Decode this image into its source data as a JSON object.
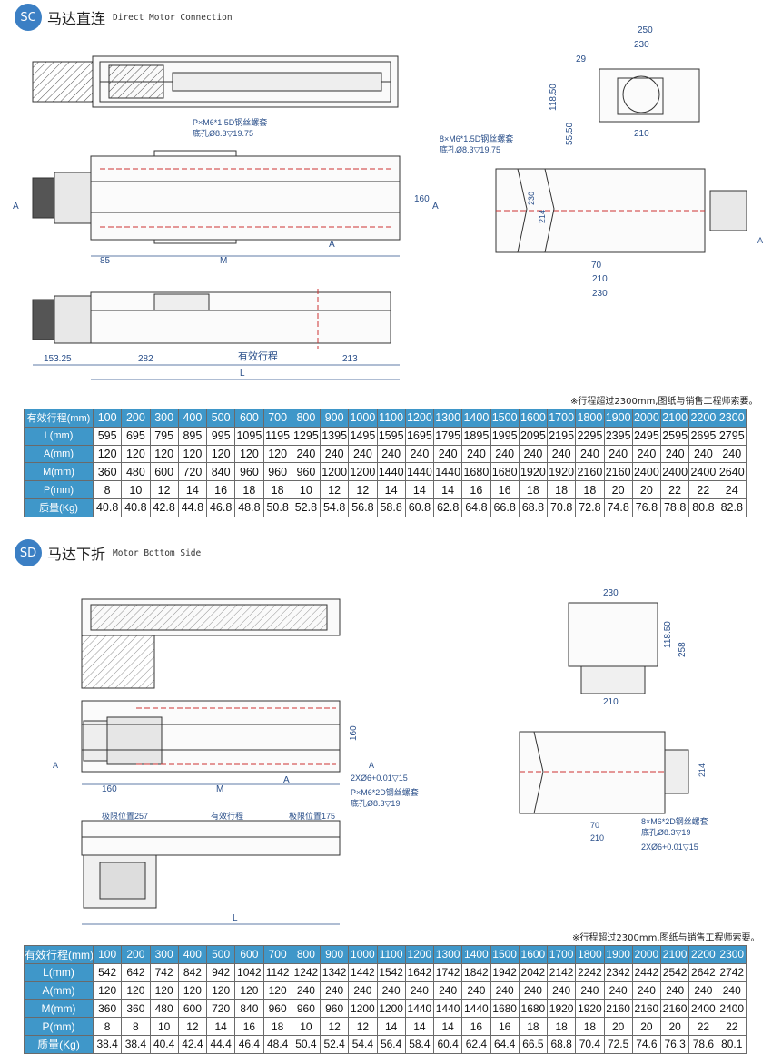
{
  "sections": [
    {
      "badge": "SC",
      "title_cn": "马达直连",
      "title_en": "Direct Motor Connection",
      "drawing_labels": {
        "screw_note_1": "P×M6*1.5D钢丝螺套",
        "screw_note_2": "底孔Ø8.3▽19.75",
        "screw_note_side_1": "8×M6*1.5D钢丝螺套",
        "screw_note_side_2": "底孔Ø8.3▽19.75",
        "dim_85": "85",
        "dim_m": "M",
        "dim_a": "A",
        "dim_160": "160",
        "dim_153": "153.25",
        "dim_282": "282",
        "dim_stroke": "有效行程",
        "dim_213": "213",
        "dim_l": "L",
        "dim_250": "250",
        "dim_230_top": "230",
        "dim_29": "29",
        "dim_118": "118.50",
        "dim_55": "55.50",
        "dim_210_top": "210",
        "dim_230_side": "230",
        "dim_214": "214",
        "dim_70": "70",
        "dim_210_bot": "210",
        "dim_230_bot": "230",
        "view_a_left": "A",
        "view_a_right": "A",
        "view_a_top_r": "A"
      },
      "note": "※行程超过2300mm,图纸与销售工程师索要。",
      "table": {
        "header": [
          "有效行程(mm)",
          "100",
          "200",
          "300",
          "400",
          "500",
          "600",
          "700",
          "800",
          "900",
          "1000",
          "1100",
          "1200",
          "1300",
          "1400",
          "1500",
          "1600",
          "1700",
          "1800",
          "1900",
          "2000",
          "2100",
          "2200",
          "2300"
        ],
        "rows": [
          [
            "L(mm)",
            "595",
            "695",
            "795",
            "895",
            "995",
            "1095",
            "1195",
            "1295",
            "1395",
            "1495",
            "1595",
            "1695",
            "1795",
            "1895",
            "1995",
            "2095",
            "2195",
            "2295",
            "2395",
            "2495",
            "2595",
            "2695",
            "2795"
          ],
          [
            "A(mm)",
            "120",
            "120",
            "120",
            "120",
            "120",
            "120",
            "120",
            "240",
            "240",
            "240",
            "240",
            "240",
            "240",
            "240",
            "240",
            "240",
            "240",
            "240",
            "240",
            "240",
            "240",
            "240",
            "240"
          ],
          [
            "M(mm)",
            "360",
            "480",
            "600",
            "720",
            "840",
            "960",
            "960",
            "960",
            "1200",
            "1200",
            "1440",
            "1440",
            "1440",
            "1680",
            "1680",
            "1920",
            "1920",
            "2160",
            "2160",
            "2400",
            "2400",
            "2400",
            "2640"
          ],
          [
            "P(mm)",
            "8",
            "10",
            "12",
            "14",
            "16",
            "18",
            "18",
            "10",
            "12",
            "12",
            "14",
            "14",
            "14",
            "16",
            "16",
            "18",
            "18",
            "18",
            "20",
            "20",
            "22",
            "22",
            "24"
          ],
          [
            "质量(Kg)",
            "40.8",
            "40.8",
            "42.8",
            "44.8",
            "46.8",
            "48.8",
            "50.8",
            "52.8",
            "54.8",
            "56.8",
            "58.8",
            "60.8",
            "62.8",
            "64.8",
            "66.8",
            "68.8",
            "70.8",
            "72.8",
            "74.8",
            "76.8",
            "78.8",
            "80.8",
            "82.8"
          ]
        ]
      }
    },
    {
      "badge": "SD",
      "title_cn": "马达下折",
      "title_en": "Motor Bottom Side",
      "drawing_labels": {
        "dim_160_left": "160",
        "dim_m": "M",
        "dim_a": "A",
        "dim_160_vert": "160",
        "pin_note": "2XØ6+0.01▽15",
        "screw_note_1": "P×M6*2D钢丝螺套",
        "screw_note_2": "底孔Ø8.3▽19",
        "limit_left": "极限位置257",
        "stroke": "有效行程",
        "limit_right": "极限位置175",
        "dim_l": "L",
        "dim_230": "230",
        "dim_118": "118.50",
        "dim_258": "258",
        "dim_210_top": "210",
        "dim_214": "214",
        "dim_70": "70",
        "dim_210_bot": "210",
        "screw_side_1": "8×M6*2D钢丝螺套",
        "screw_side_2": "底孔Ø8.3▽19",
        "pin_side": "2XØ6+0.01▽15",
        "view_a_left": "A",
        "view_a_right": "A"
      },
      "note": "※行程超过2300mm,图纸与销售工程师索要。",
      "table": {
        "header": [
          "有效行程(mm)",
          "100",
          "200",
          "300",
          "400",
          "500",
          "600",
          "700",
          "800",
          "900",
          "1000",
          "1100",
          "1200",
          "1300",
          "1400",
          "1500",
          "1600",
          "1700",
          "1800",
          "1900",
          "2000",
          "2100",
          "2200",
          "2300"
        ],
        "rows": [
          [
            "L(mm)",
            "542",
            "642",
            "742",
            "842",
            "942",
            "1042",
            "1142",
            "1242",
            "1342",
            "1442",
            "1542",
            "1642",
            "1742",
            "1842",
            "1942",
            "2042",
            "2142",
            "2242",
            "2342",
            "2442",
            "2542",
            "2642",
            "2742"
          ],
          [
            "A(mm)",
            "120",
            "120",
            "120",
            "120",
            "120",
            "120",
            "120",
            "240",
            "240",
            "240",
            "240",
            "240",
            "240",
            "240",
            "240",
            "240",
            "240",
            "240",
            "240",
            "240",
            "240",
            "240",
            "240"
          ],
          [
            "M(mm)",
            "360",
            "360",
            "480",
            "600",
            "720",
            "840",
            "960",
            "960",
            "960",
            "1200",
            "1200",
            "1440",
            "1440",
            "1440",
            "1680",
            "1680",
            "1920",
            "1920",
            "2160",
            "2160",
            "2160",
            "2400",
            "2400"
          ],
          [
            "P(mm)",
            "8",
            "8",
            "10",
            "12",
            "14",
            "16",
            "18",
            "10",
            "12",
            "12",
            "14",
            "14",
            "14",
            "16",
            "16",
            "18",
            "18",
            "18",
            "20",
            "20",
            "20",
            "22",
            "22"
          ],
          [
            "质量(Kg)",
            "38.4",
            "38.4",
            "40.4",
            "42.4",
            "44.4",
            "46.4",
            "48.4",
            "50.4",
            "52.4",
            "54.4",
            "56.4",
            "58.4",
            "60.4",
            "62.4",
            "64.4",
            "66.5",
            "68.8",
            "70.4",
            "72.5",
            "74.6",
            "76.3",
            "78.6",
            "80.1"
          ]
        ]
      }
    }
  ]
}
